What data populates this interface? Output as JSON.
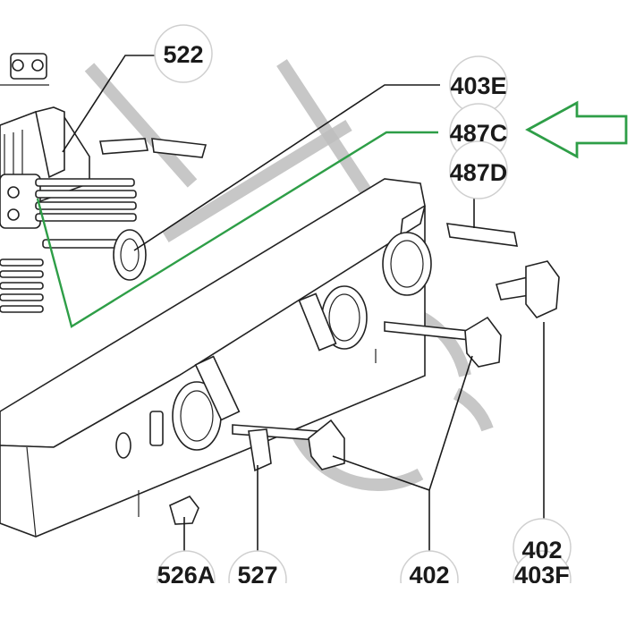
{
  "colors": {
    "highlight_leader": "#2e9e47",
    "arrow_outline": "#2e9e47",
    "watermark": "#bdbdbd",
    "line_art": "#222222"
  },
  "labels": {
    "l522": "522",
    "l403E_top": "403E",
    "l487C": "487C",
    "l487D": "487D",
    "l402_right": "402",
    "l403F": "403F",
    "l402_bottom": "402",
    "l526A": "526A",
    "l527": "527"
  },
  "icons": {
    "pointer": "arrow-left-outline-icon"
  }
}
